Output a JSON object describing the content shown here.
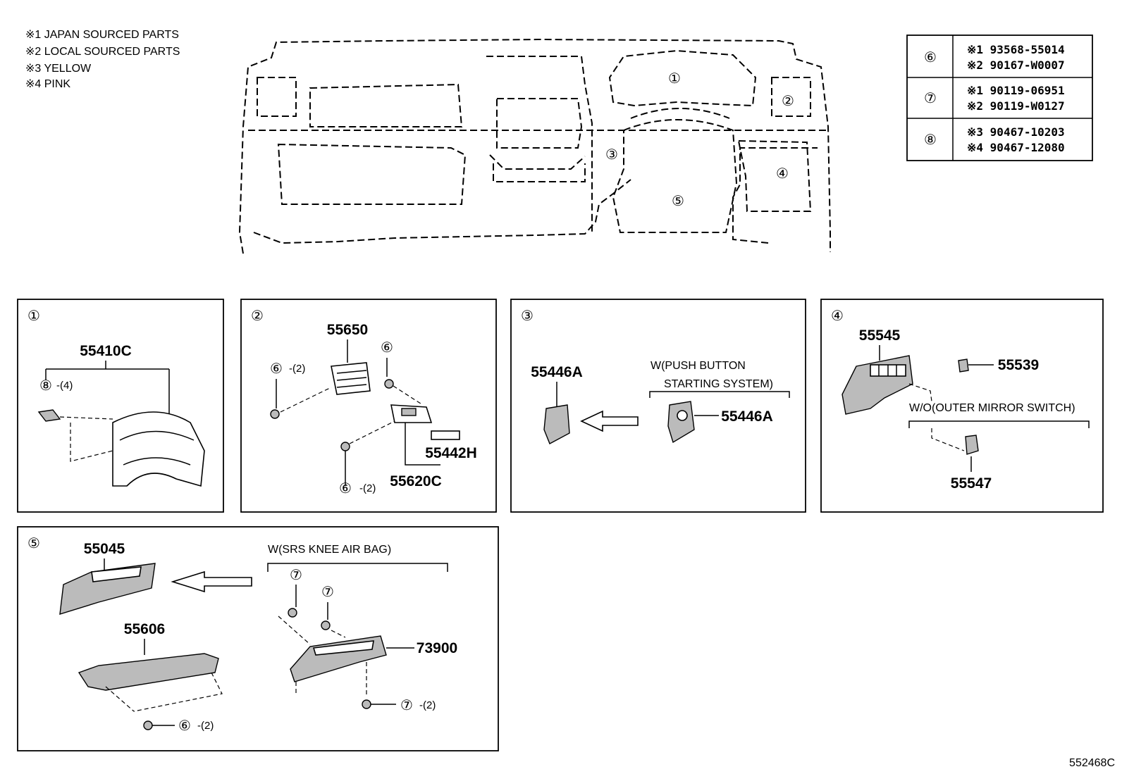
{
  "notes": [
    "※1 JAPAN SOURCED PARTS",
    "※2 LOCAL SOURCED PARTS",
    "※3 YELLOW",
    "※4 PINK"
  ],
  "overview_zones": [
    "①",
    "②",
    "③",
    "④",
    "⑤"
  ],
  "ref_table": {
    "rows": [
      {
        "key": "⑥",
        "lines": [
          "※1  93568-55014",
          "※2  90167-W0007"
        ]
      },
      {
        "key": "⑦",
        "lines": [
          "※1  90119-06951",
          "※2  90119-W0127"
        ]
      },
      {
        "key": "⑧",
        "lines": [
          "※3  90467-10203",
          "※4  90467-12080"
        ]
      }
    ]
  },
  "panel1": {
    "label": "①",
    "parts": {
      "main": "55410C"
    },
    "callout": "⑧",
    "qty": "-(4)"
  },
  "panel2": {
    "label": "②",
    "parts": {
      "vent": "55650",
      "bracket": "55620C",
      "strip": "55442H"
    },
    "callouts": {
      "top_left": "⑥",
      "top_left_qty": "-(2)",
      "top_right": "⑥",
      "bottom": "⑥",
      "bottom_qty": "-(2)"
    }
  },
  "panel3": {
    "label": "③",
    "parts": {
      "left": "55446A",
      "right": "55446A"
    },
    "condition_line1": "W(PUSH BUTTON",
    "condition_line2": "STARTING SYSTEM)"
  },
  "panel4": {
    "label": "④",
    "parts": {
      "main": "55545",
      "clip": "55539",
      "cover": "55547"
    },
    "condition": "W/O(OUTER MIRROR SWITCH)"
  },
  "panel5": {
    "label": "⑤",
    "parts": {
      "cover": "55045",
      "reinforcement": "55606",
      "airbag": "73900"
    },
    "condition": "W(SRS KNEE AIR BAG)",
    "callouts": {
      "screw_a": "⑦",
      "screw_b": "⑦",
      "screw_c": "⑦",
      "screw_c_qty": "-(2)",
      "screw_d": "⑥",
      "screw_d_qty": "-(2)"
    }
  },
  "figure_id": "552468C"
}
